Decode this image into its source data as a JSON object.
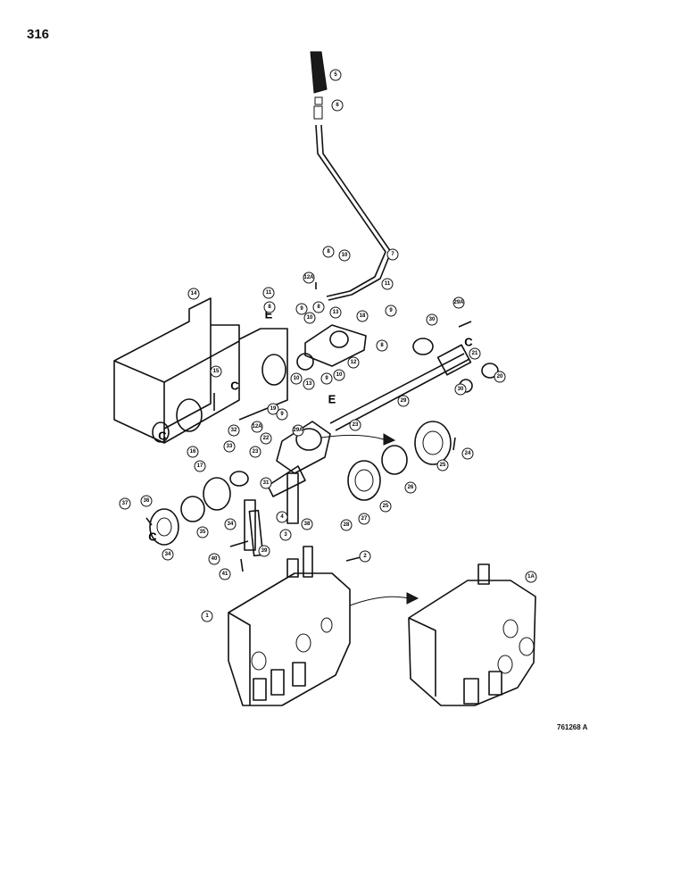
{
  "page": {
    "page_number": "316",
    "drawing_id": "761268 A"
  },
  "ref_letters": [
    {
      "letter": "E"
    },
    {
      "letter": "C"
    },
    {
      "letter": "E"
    },
    {
      "letter": "C"
    },
    {
      "letter": "C"
    },
    {
      "letter": "C"
    }
  ],
  "callouts": [
    {
      "label": "5"
    },
    {
      "label": "6"
    },
    {
      "label": "7"
    },
    {
      "label": "8"
    },
    {
      "label": "10"
    },
    {
      "label": "12A"
    },
    {
      "label": "11"
    },
    {
      "label": "11"
    },
    {
      "label": "14"
    },
    {
      "label": "8"
    },
    {
      "label": "9"
    },
    {
      "label": "8"
    },
    {
      "label": "10"
    },
    {
      "label": "13"
    },
    {
      "label": "18"
    },
    {
      "label": "9"
    },
    {
      "label": "29A"
    },
    {
      "label": "30"
    },
    {
      "label": "8"
    },
    {
      "label": "12"
    },
    {
      "label": "13"
    },
    {
      "label": "9"
    },
    {
      "label": "10"
    },
    {
      "label": "21"
    },
    {
      "label": "20"
    },
    {
      "label": "30"
    },
    {
      "label": "15"
    },
    {
      "label": "19"
    },
    {
      "label": "10"
    },
    {
      "label": "9"
    },
    {
      "label": "29A"
    },
    {
      "label": "29"
    },
    {
      "label": "23"
    },
    {
      "label": "22"
    },
    {
      "label": "32"
    },
    {
      "label": "12A"
    },
    {
      "label": "33"
    },
    {
      "label": "16"
    },
    {
      "label": "17"
    },
    {
      "label": "23"
    },
    {
      "label": "31"
    },
    {
      "label": "24"
    },
    {
      "label": "25"
    },
    {
      "label": "26"
    },
    {
      "label": "25"
    },
    {
      "label": "37"
    },
    {
      "label": "36"
    },
    {
      "label": "34"
    },
    {
      "label": "35"
    },
    {
      "label": "34"
    },
    {
      "label": "4"
    },
    {
      "label": "3"
    },
    {
      "label": "38"
    },
    {
      "label": "28"
    },
    {
      "label": "27"
    },
    {
      "label": "40"
    },
    {
      "label": "39"
    },
    {
      "label": "41"
    },
    {
      "label": "2"
    },
    {
      "label": "1"
    },
    {
      "label": "1A"
    }
  ]
}
